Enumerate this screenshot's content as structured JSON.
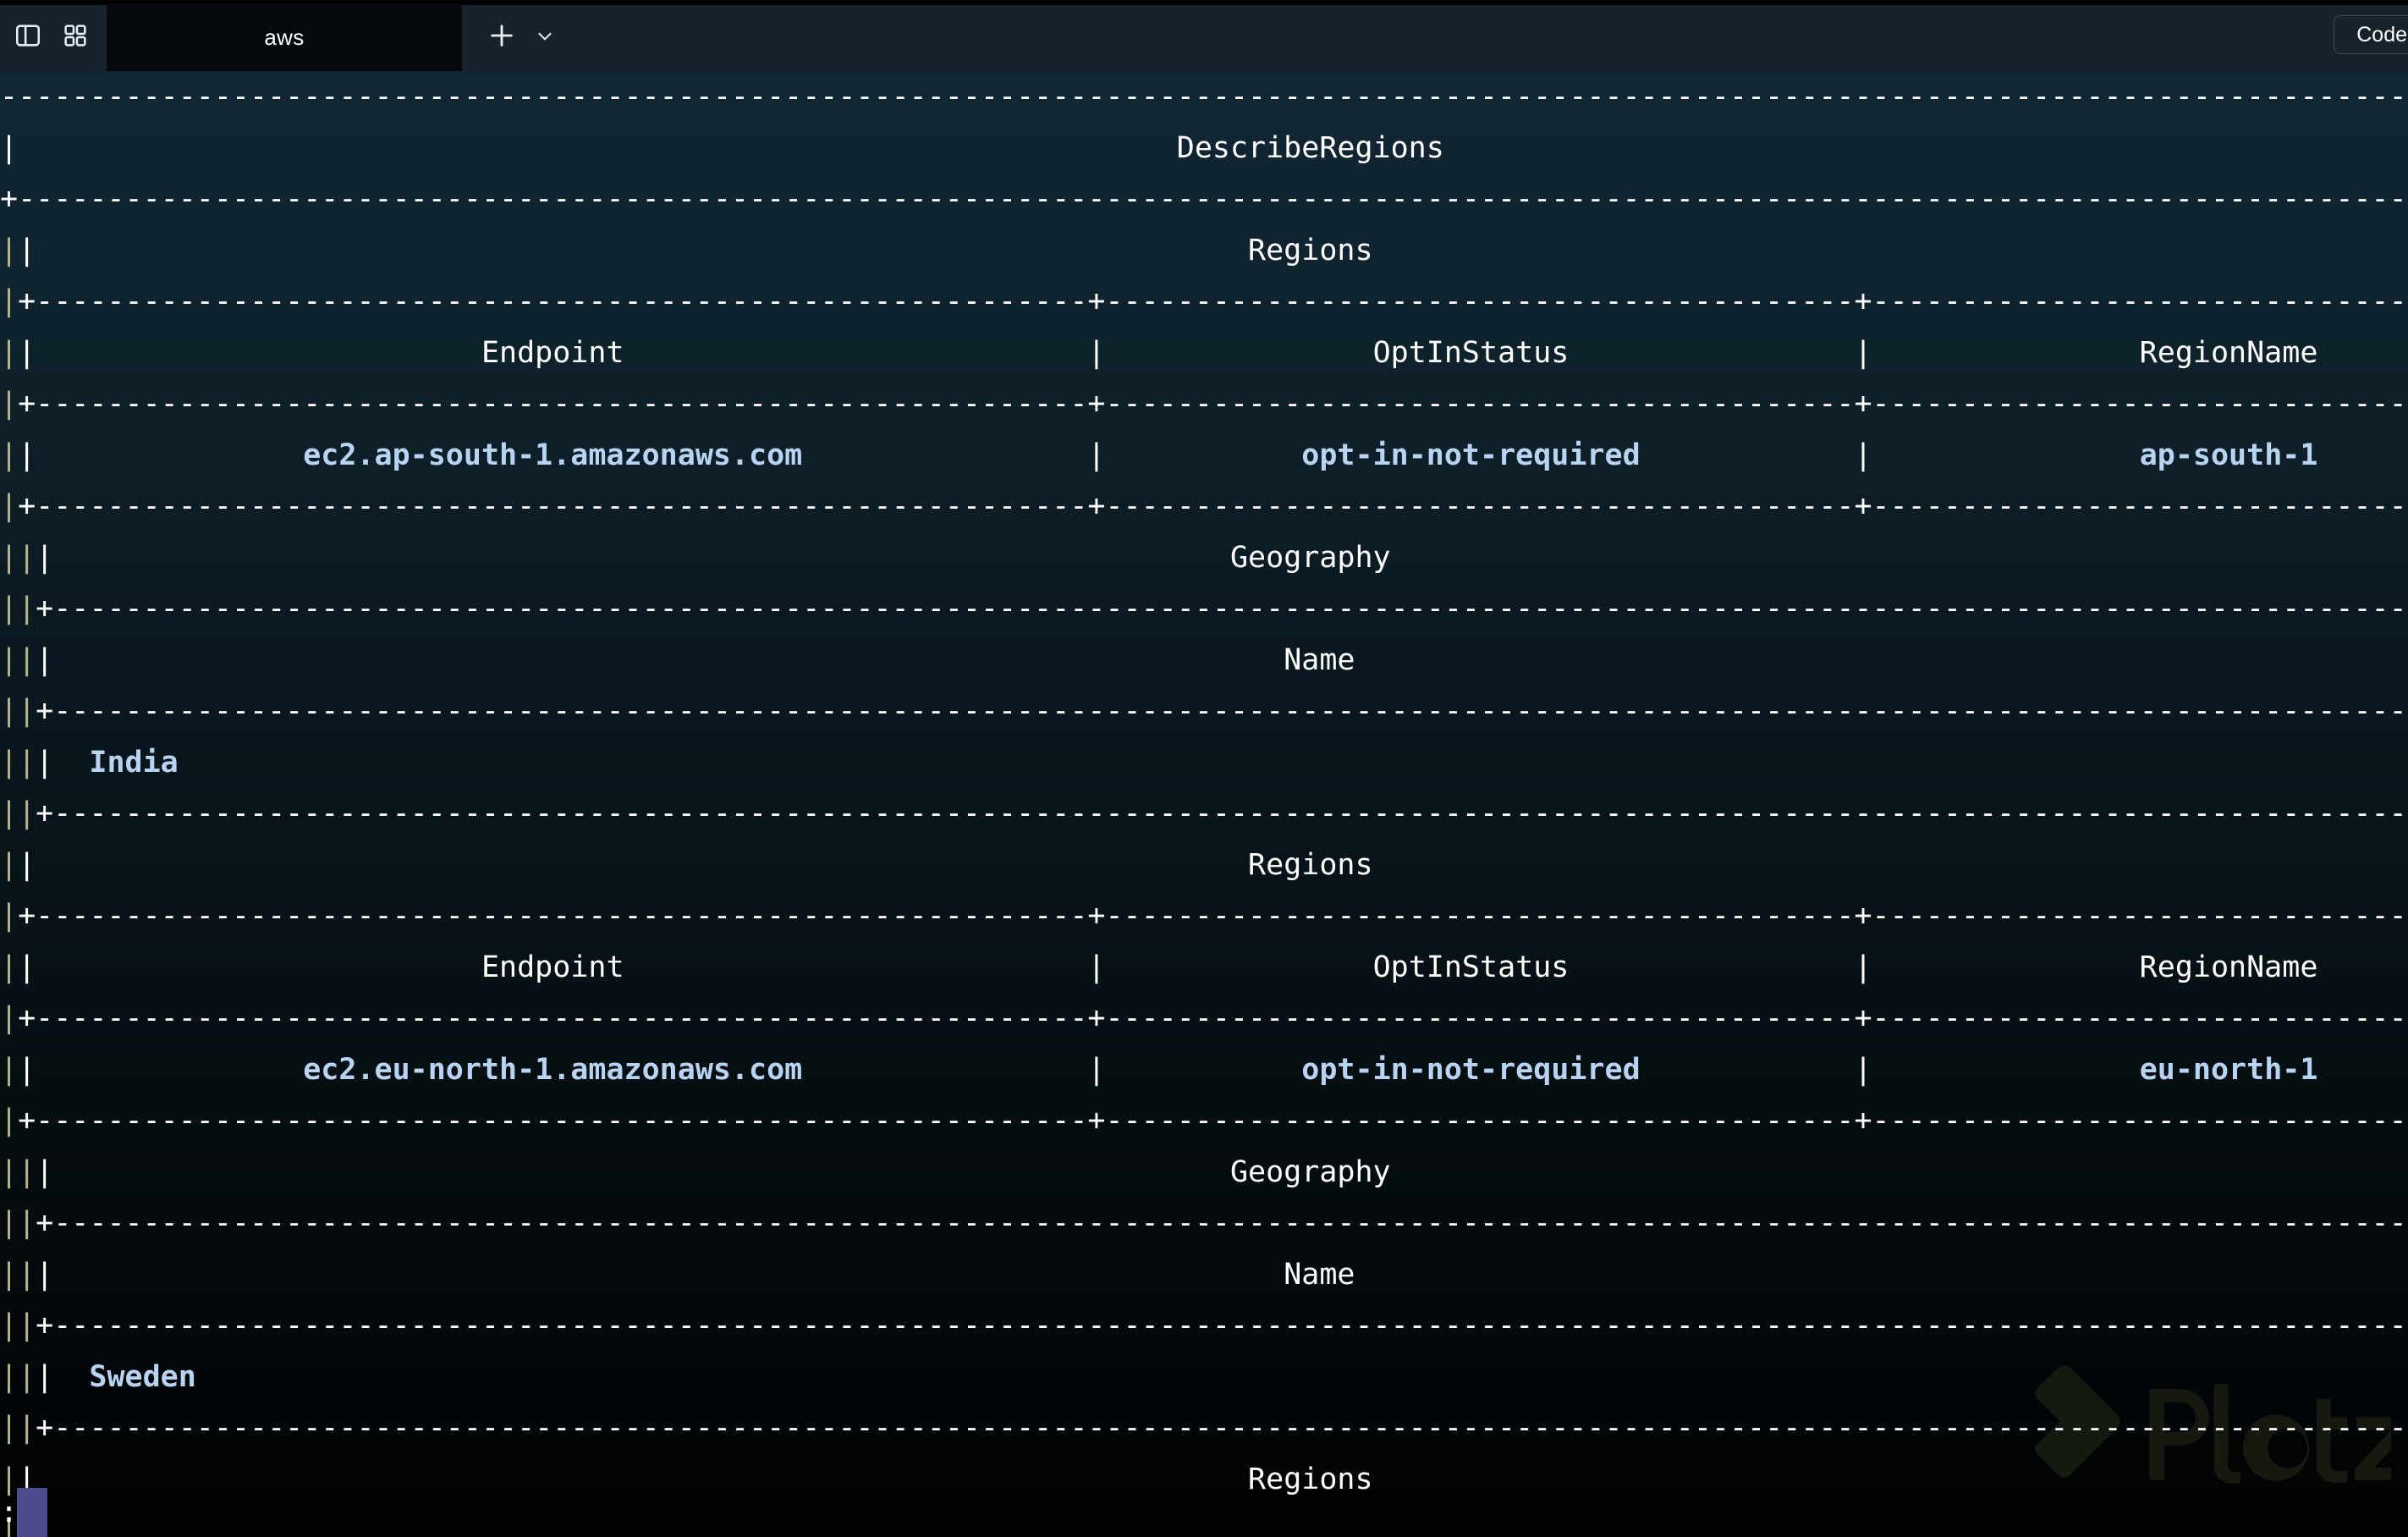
{
  "titlebar": {
    "sidebar_toggle_icon": "panel-left-icon",
    "grid_icon": "grid-apps-icon",
    "tab_label": "aws",
    "new_tab_icon": "plus-icon",
    "tab_dropdown_icon": "chevron-down-icon",
    "code_button_label": "Code"
  },
  "terminal": {
    "command_output_title": "DescribeRegions",
    "cursor_prompt": ":",
    "watermark_text": "Platzi",
    "colors": {
      "outer_border": "#b5b58d",
      "inner_border": "#ffffff",
      "header_text": "#ffffff",
      "value_text": "#b9d4f2",
      "cursor": "#4c4c8f",
      "bg_top": "#102632",
      "bg_bottom": "#010203"
    },
    "table": {
      "title": "DescribeRegions",
      "section_label": "Regions",
      "geography_label": "Geography",
      "region_columns": [
        "Endpoint",
        "OptInStatus",
        "RegionName"
      ],
      "geography_columns": [
        "Name"
      ],
      "entries": [
        {
          "Endpoint": "ec2.ap-south-1.amazonaws.com",
          "OptInStatus": "opt-in-not-required",
          "RegionName": "ap-south-1",
          "GeographyName": "India"
        },
        {
          "Endpoint": "ec2.eu-north-1.amazonaws.com",
          "OptInStatus": "opt-in-not-required",
          "RegionName": "eu-north-1",
          "GeographyName": "Sweden"
        }
      ]
    },
    "lines": [
      {
        "id": "l01",
        "type": "rule-top",
        "segs": [
          {
            "t": "----------------------------------------------------------------------------------------------------------",
            "c": "white",
            "pad": 0
          }
        ]
      },
      {
        "id": "l02",
        "type": "title",
        "text": "DescribeRegions"
      },
      {
        "id": "l03",
        "type": "rule",
        "level": 0
      },
      {
        "id": "l04",
        "type": "section",
        "text": "Regions",
        "depth": 2
      },
      {
        "id": "l05",
        "type": "rule3",
        "level": 1
      },
      {
        "id": "l06",
        "type": "colheads",
        "cols": [
          "Endpoint",
          "OptInStatus",
          "RegionName"
        ]
      },
      {
        "id": "l07",
        "type": "rule3",
        "level": 1
      },
      {
        "id": "l08",
        "type": "datarow",
        "cols": [
          "ec2.ap-south-1.amazonaws.com",
          "opt-in-not-required",
          "ap-south-1"
        ]
      },
      {
        "id": "l09",
        "type": "rule3",
        "level": 1
      },
      {
        "id": "l10",
        "type": "section3",
        "text": "Geography"
      },
      {
        "id": "l11",
        "type": "rule4",
        "level": 2
      },
      {
        "id": "l12",
        "type": "subhead",
        "text": "Name"
      },
      {
        "id": "l13",
        "type": "rule4",
        "level": 2
      },
      {
        "id": "l14",
        "type": "subvalue",
        "text": "India"
      },
      {
        "id": "l15",
        "type": "rule4",
        "level": 2
      },
      {
        "id": "l16",
        "type": "section",
        "text": "Regions",
        "depth": 2
      },
      {
        "id": "l17",
        "type": "rule3",
        "level": 1
      },
      {
        "id": "l18",
        "type": "colheads",
        "cols": [
          "Endpoint",
          "OptInStatus",
          "RegionName"
        ]
      },
      {
        "id": "l19",
        "type": "rule3",
        "level": 1
      },
      {
        "id": "l20",
        "type": "datarow",
        "cols": [
          "ec2.eu-north-1.amazonaws.com",
          "opt-in-not-required",
          "eu-north-1"
        ]
      },
      {
        "id": "l21",
        "type": "rule3",
        "level": 1
      },
      {
        "id": "l22",
        "type": "section3",
        "text": "Geography"
      },
      {
        "id": "l23",
        "type": "rule4",
        "level": 2
      },
      {
        "id": "l24",
        "type": "subhead",
        "text": "Name"
      },
      {
        "id": "l25",
        "type": "rule4",
        "level": 2
      },
      {
        "id": "l26",
        "type": "subvalue",
        "text": "Sweden"
      },
      {
        "id": "l27",
        "type": "rule4",
        "level": 2
      },
      {
        "id": "l28",
        "type": "section",
        "text": "Regions",
        "depth": 2
      }
    ]
  }
}
